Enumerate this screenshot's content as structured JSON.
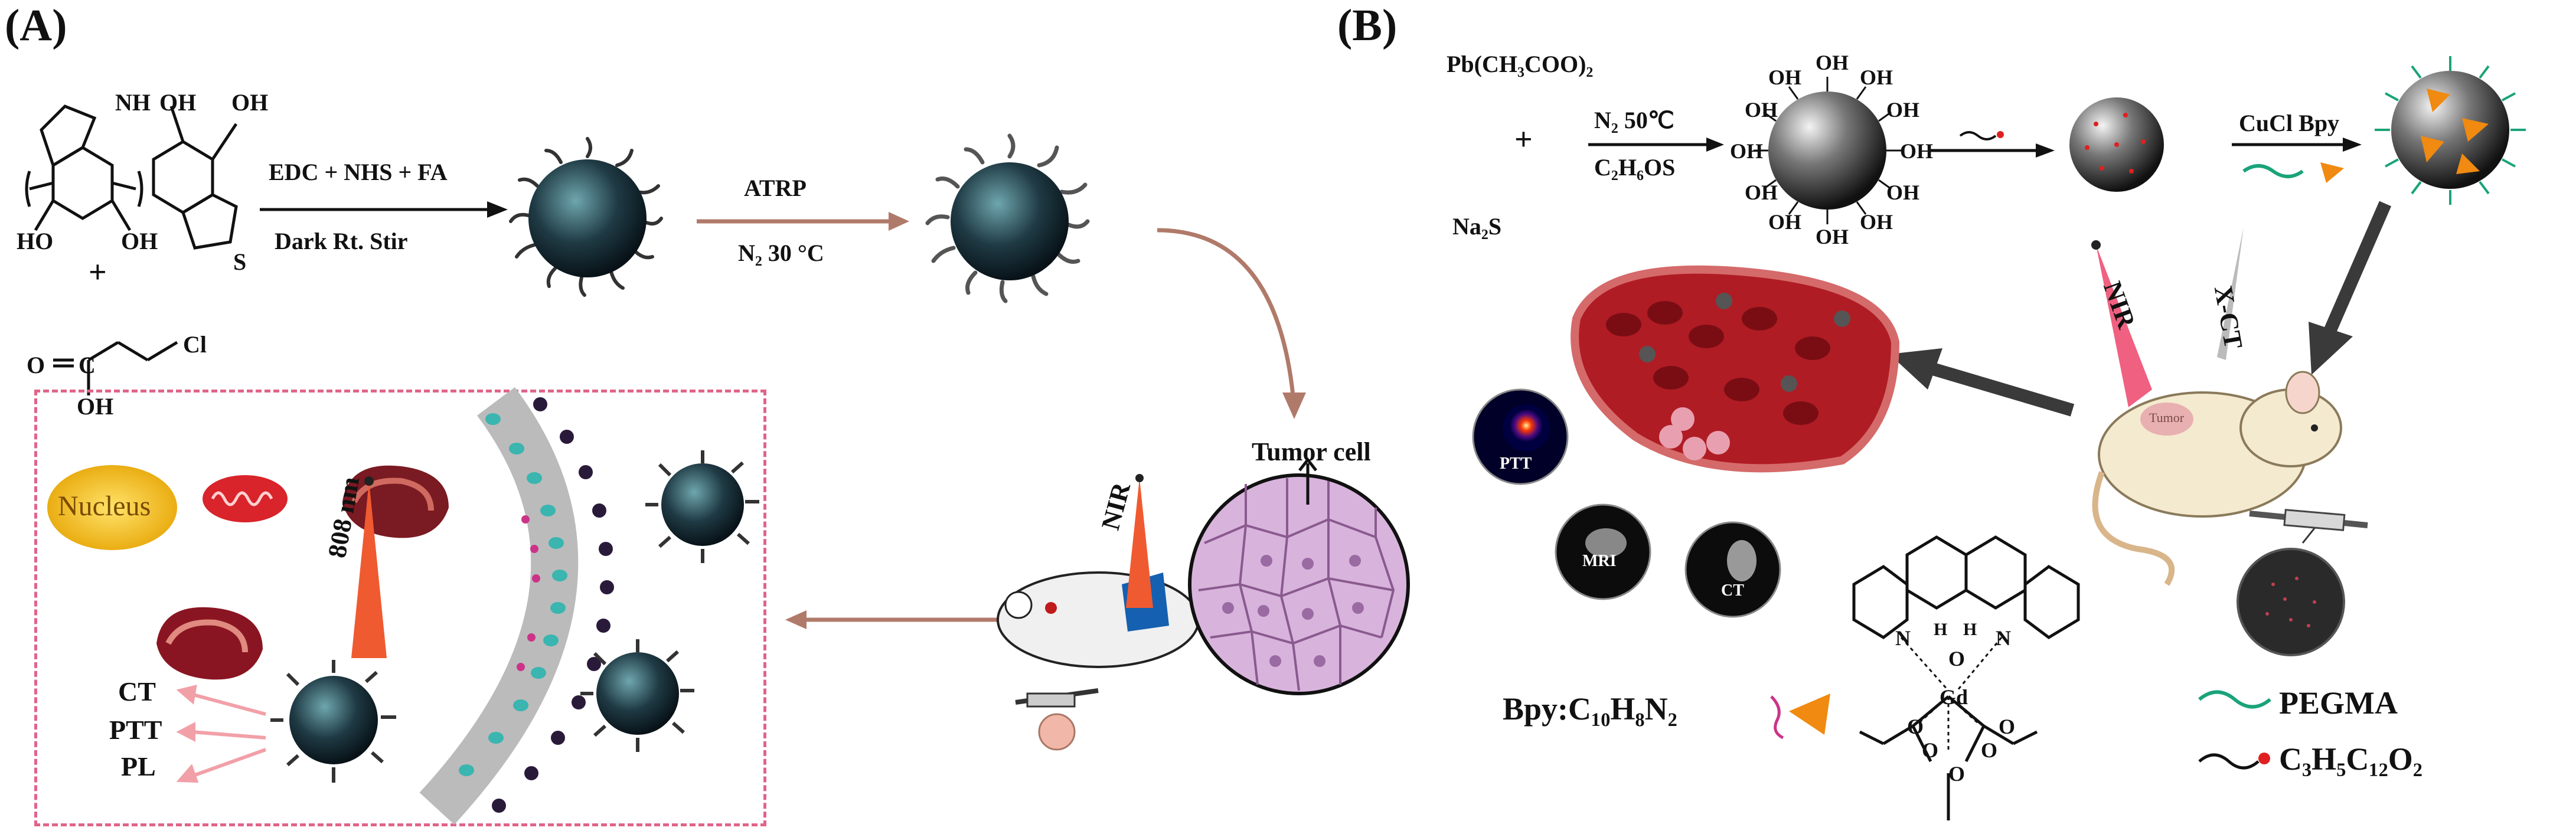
{
  "panel_a": {
    "label": "(A)",
    "reactants": {
      "nh_left": "NH",
      "ho_1": "HO",
      "oh_1": "OH",
      "oh_top1": "OH",
      "oh_top2": "OH",
      "s_label": "S",
      "plus": "+",
      "cl": "Cl",
      "o_label": "O",
      "c_label": "C",
      "oh_bottom": "OH"
    },
    "arrow1": {
      "top": "EDC + NHS + FA",
      "bottom": "Dark Rt. Stir"
    },
    "arrow2": {
      "top": "ATRP",
      "bottom": "N₂  30 °C"
    },
    "tumor_cell": "Tumor cell",
    "nir": "NIR",
    "laser": "808 nm",
    "nucleus": "Nucleus",
    "outputs": [
      "CT",
      "PTT",
      "PL"
    ]
  },
  "panel_b": {
    "label": "(B)",
    "precursor_1": "Pb(CH₃COO)₂",
    "plus": "+",
    "precursor_2": "Na₂S",
    "condition_top": "N₂   50℃",
    "condition_bottom": "C₂H₆OS",
    "oh": "OH",
    "reagents": "CuCl   Bpy",
    "nir": "NIR",
    "xct": "X-CT",
    "tumor": "Tumor",
    "imaging": [
      "PTT",
      "MRI",
      "CT"
    ],
    "complex_atoms": {
      "n1": "N",
      "n2": "N",
      "h1": "H",
      "h2": "H",
      "o": "O",
      "gd": "Gd",
      "o_atoms": [
        "O",
        "O",
        "O",
        "O",
        "O"
      ]
    },
    "legend": {
      "bpy_prefix": "Bpy:",
      "bpy_formula": "C₁₀H₈N₂",
      "pegma": "PEGMA",
      "initiator": "C₃H₅C₁₂O₂"
    }
  },
  "colors": {
    "frame_dash": "#e0648a",
    "arrow_brown": "#b07a6a",
    "arrow_dark": "#3a3a3a",
    "blood_red": "#b01c24",
    "cell_purple": "#d6b2d6",
    "membrane_teal": "#3ab5b0",
    "membrane_pink": "#cc3388",
    "laser_pink": "#f06080",
    "pegma_green": "#1aa37a",
    "nucleus_yellow": "#f2c21a"
  }
}
